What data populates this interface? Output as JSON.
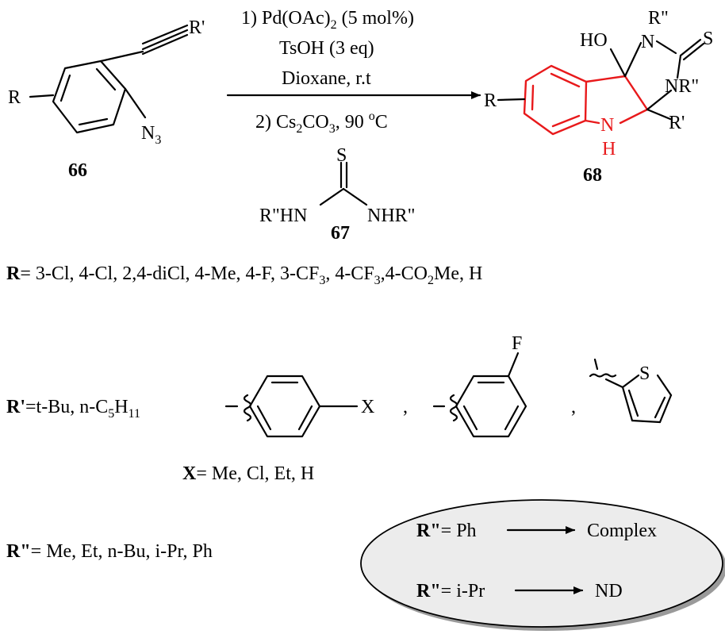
{
  "conditions": {
    "step1_pre": "1) Pd(OAc)",
    "step1_sub": "2",
    "step1_post": " (5 mol%)",
    "reagent2": "TsOH (3 eq)",
    "solvent": "Dioxane, r.t",
    "step2_pre": "2) Cs",
    "step2_sub1": "2",
    "step2_mid": "CO",
    "step2_sub2": "3",
    "step2_post": ", 90 ",
    "step2_sup": "o",
    "step2_unit": "C"
  },
  "compound66": {
    "number": "66",
    "r_label": "R",
    "rprime_label": "R'",
    "azide_n": "N",
    "azide_sub": "3"
  },
  "compound67": {
    "number": "67",
    "s_label": "S",
    "left_label": "R\"HN",
    "right_label": "NHR\""
  },
  "compound68": {
    "number": "68",
    "r_label": "R",
    "ho_label": "HO",
    "n_top": "N",
    "r_top": "R\"",
    "s_label": "S",
    "nr_label": "NR\"",
    "rprime_label": "R'",
    "nh_n": "N",
    "nh_h": "H"
  },
  "r_definition": {
    "label": "R",
    "text_a": "= 3-Cl, 4-Cl, 2,4-diCl, 4-Me, 4-F, 3-CF",
    "sub_a": "3",
    "text_b": ", 4-CF",
    "sub_b": "3",
    "text_c": ",4-CO",
    "sub_c": "2",
    "text_d": "Me, H"
  },
  "rprime_definition": {
    "label": "R'",
    "text_a": "=t-Bu, n-C",
    "sub_a": "5",
    "text_b": "H",
    "sub_b": "11",
    "x_label": "X",
    "comma1": ",",
    "f_label": "F",
    "comma2": ",",
    "s_label": "S"
  },
  "x_definition": {
    "label": "X",
    "text": "= Me, Cl, Et, H"
  },
  "rdprime_definition": {
    "label": "R\"",
    "text": "= Me, Et, n-Bu, i-Pr, Ph"
  },
  "outcomes": [
    {
      "label": "R\"",
      "value": "= Ph",
      "result": "Complex"
    },
    {
      "label": "R\"",
      "value": "= i-Pr",
      "result": "ND"
    }
  ],
  "colors": {
    "highlight": "#e8191b",
    "ellipse_fill": "#ececec",
    "ellipse_shadow": "#9a9a9a"
  }
}
